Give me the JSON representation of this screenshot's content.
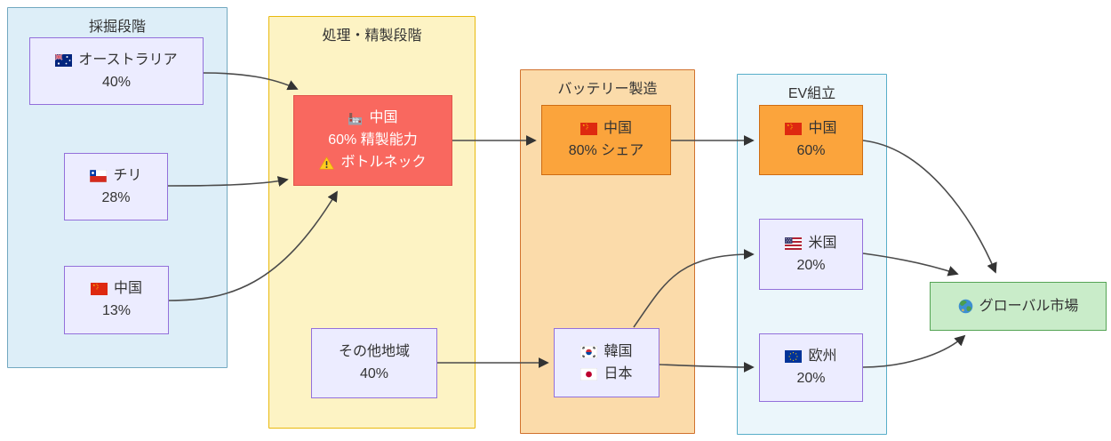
{
  "stages": {
    "mining": {
      "title": "採掘段階"
    },
    "refining": {
      "title": "処理・精製段階"
    },
    "battery": {
      "title": "バッテリー製造"
    },
    "assembly": {
      "title": "EV組立"
    }
  },
  "nodes": {
    "australia": {
      "label": "オーストラリア",
      "value": "40%",
      "icon": "flag-australia"
    },
    "chile": {
      "label": "チリ",
      "value": "28%",
      "icon": "flag-chile"
    },
    "china_mining": {
      "label": "中国",
      "value": "13%",
      "icon": "flag-china"
    },
    "china_refining": {
      "label": "中国",
      "value": "60% 精製能力",
      "warning": "ボトルネック",
      "icons": [
        "factory",
        "warning"
      ]
    },
    "other_regions": {
      "label": "その他地域",
      "value": "40%"
    },
    "china_battery": {
      "label": "中国",
      "value": "80% シェア",
      "icon": "flag-china"
    },
    "korea_japan": {
      "korea": "韓国",
      "japan": "日本",
      "icons": [
        "flag-south-korea",
        "flag-japan"
      ]
    },
    "china_assembly": {
      "label": "中国",
      "value": "60%",
      "icon": "flag-china"
    },
    "usa": {
      "label": "米国",
      "value": "20%",
      "icon": "flag-usa"
    },
    "europe": {
      "label": "欧州",
      "value": "20%",
      "icon": "flag-eu"
    },
    "global_market": {
      "label": "グローバル市場",
      "icon": "globe"
    }
  },
  "edges": [
    {
      "from": "australia",
      "to": "china_refining"
    },
    {
      "from": "chile",
      "to": "china_refining"
    },
    {
      "from": "china_mining",
      "to": "china_refining"
    },
    {
      "from": "china_refining",
      "to": "china_battery"
    },
    {
      "from": "other_regions",
      "to": "korea_japan"
    },
    {
      "from": "china_battery",
      "to": "china_assembly"
    },
    {
      "from": "korea_japan",
      "to": "usa"
    },
    {
      "from": "korea_japan",
      "to": "europe"
    },
    {
      "from": "china_assembly",
      "to": "global_market"
    },
    {
      "from": "usa",
      "to": "global_market"
    },
    {
      "from": "europe",
      "to": "global_market"
    }
  ],
  "colors": {
    "mining_fill": "#ddeef8",
    "mining_border": "#72a8c0",
    "refining_fill": "#fdf3c4",
    "refining_border": "#e9b90f",
    "battery_fill": "#fbdbaa",
    "battery_border": "#d1722e",
    "assembly_fill": "#ebf6fb",
    "assembly_border": "#58aec9",
    "node_fill": "#ececff",
    "node_border": "#9370db",
    "bottleneck_fill": "#f9685f",
    "bottleneck_border": "#e0544a",
    "dominant_fill": "#fba43c",
    "dominant_border": "#ce6c12",
    "market_fill": "#c9ecc9",
    "market_border": "#55a455",
    "edge_color": "#4b4b4b"
  }
}
